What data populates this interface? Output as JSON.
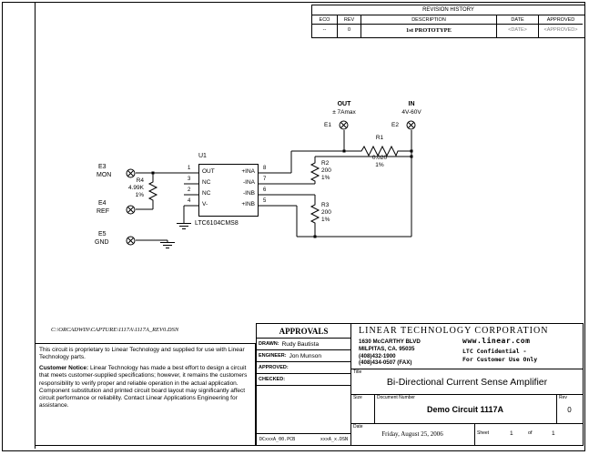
{
  "revision_history": {
    "title": "REVISION HISTORY",
    "columns": [
      "ECO",
      "REV",
      "DESCRIPTION",
      "DATE",
      "APPROVED"
    ],
    "row": {
      "eco": "--",
      "rev": "0",
      "description": "1st PROTOTYPE",
      "date": "<DATE>",
      "approved": "<APPROVED>"
    }
  },
  "schematic": {
    "u1": {
      "ref": "U1",
      "part": "LTC6104CMS8",
      "left_pins": [
        {
          "num": "1",
          "name": "OUT"
        },
        {
          "num": "3",
          "name": "NC"
        },
        {
          "num": "2",
          "name": "NC"
        },
        {
          "num": "4",
          "name": "V-"
        }
      ],
      "right_pins": [
        {
          "num": "8",
          "name": "+INA"
        },
        {
          "num": "7",
          "name": "-INA"
        },
        {
          "num": "6",
          "name": "-INB"
        },
        {
          "num": "5",
          "name": "+INB"
        }
      ]
    },
    "r1": {
      "ref": "R1",
      "value": "0.020",
      "tol": "1%"
    },
    "r2": {
      "ref": "R2",
      "value": "200",
      "tol": "1%"
    },
    "r3": {
      "ref": "R3",
      "value": "200",
      "tol": "1%"
    },
    "r4": {
      "ref": "R4",
      "value": "4.99K",
      "tol": "1%"
    },
    "e1": {
      "ref": "E1",
      "net": "OUT",
      "note": "± 7Amax"
    },
    "e2": {
      "ref": "E2",
      "net": "IN",
      "note": "4V-60V"
    },
    "e3": {
      "ref": "E3",
      "net": "MON"
    },
    "e4": {
      "ref": "E4",
      "net": "REF"
    },
    "e5": {
      "ref": "E5",
      "net": "GND"
    }
  },
  "file_path": "C:\\ORCADWIN\\CAPTURE\\1117A\\1117A_REV0.DSN",
  "notice": {
    "intro": "This circuit is proprietary to Linear Technology and supplied for use with Linear Technology parts.",
    "label": "Customer Notice:",
    "body": " Linear Technology has made a best effort to design a circuit that meets customer-supplied specifications; however, it remains the customers responsibility to verify proper and reliable operation in the actual application. Component substitution and printed circuit board layout may significantly affect circuit performance or reliability. Contact Linear Applications Engineering for assistance."
  },
  "approvals": {
    "title": "APPROVALS",
    "drawn_label": "DRAWN:",
    "drawn": "Rudy Bautista",
    "engineer_label": "ENGINEER:",
    "engineer": "Jon Munson",
    "approved_label": "APPROVED:",
    "checked_label": "CHECKED:",
    "footer_left": "DCxxxA_00.PCB",
    "footer_right": "xxxA_x.DSN"
  },
  "title_block": {
    "company": "LINEAR TECHNOLOGY CORPORATION",
    "address1": "1630 McCARTHY BLVD",
    "address2": "MILPITAS, CA. 95035",
    "phone1": "(408)432-1900",
    "phone2": "(408)434-0507 (FAX)",
    "website": "www.linear.com",
    "confidential1": "LTC Confidential -",
    "confidential2": "For Customer Use Only",
    "title_label": "Title",
    "title": "Bi-Directional Current Sense Amplifier",
    "size_label": "Size",
    "doc_label": "Document Number",
    "doc_number": "Demo Circuit 1117A",
    "rev_label": "Rev",
    "rev": "0",
    "date_label": "Date",
    "date": "Friday, August 25, 2006",
    "sheet_label": "Sheet",
    "sheet_num": "1",
    "of_label": "of",
    "sheet_total": "1"
  }
}
